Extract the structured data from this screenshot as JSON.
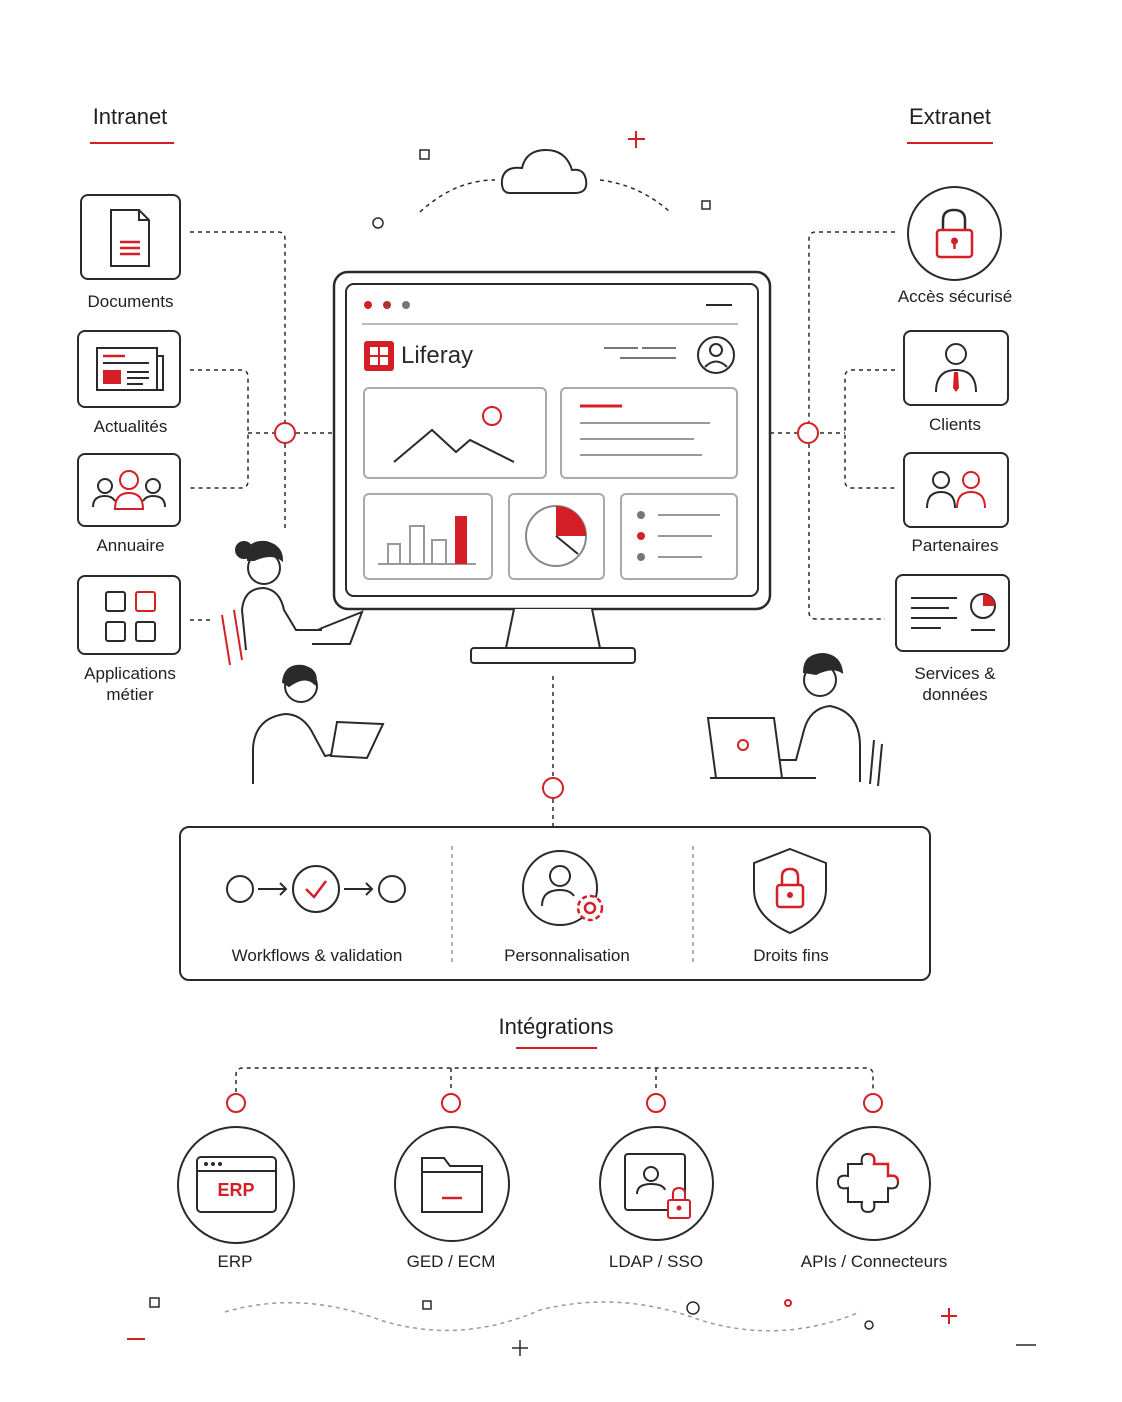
{
  "colors": {
    "accent": "#d51f26",
    "ink": "#2a2a2a",
    "muted": "#9a9a9a"
  },
  "intranet": {
    "title": "Intranet",
    "items": [
      {
        "label": "Documents",
        "icon": "document-icon"
      },
      {
        "label": "Actualités",
        "icon": "newspaper-icon"
      },
      {
        "label": "Annuaire",
        "icon": "people-group-icon"
      },
      {
        "label_line1": "Applications",
        "label_line2": "métier",
        "icon": "app-grid-icon"
      }
    ]
  },
  "extranet": {
    "title": "Extranet",
    "items": [
      {
        "label": "Accès sécurisé",
        "icon": "padlock-icon"
      },
      {
        "label": "Clients",
        "icon": "client-icon"
      },
      {
        "label": "Partenaires",
        "icon": "partners-icon"
      },
      {
        "label_line1": "Services &",
        "label_line2": "données",
        "icon": "services-data-icon"
      }
    ]
  },
  "monitor": {
    "brand": "Liferay",
    "icon": "liferay-logo-icon"
  },
  "capabilities": [
    {
      "label": "Workflows & validation",
      "icon": "workflow-icon"
    },
    {
      "label": "Personnalisation",
      "icon": "user-gear-icon"
    },
    {
      "label": "Droits fins",
      "icon": "shield-lock-icon"
    }
  ],
  "integrations": {
    "title": "Intégrations",
    "items": [
      {
        "label": "ERP",
        "icon": "erp-window-icon",
        "badge": "ERP"
      },
      {
        "label": "GED / ECM",
        "icon": "folder-icon"
      },
      {
        "label": "LDAP / SSO",
        "icon": "id-lock-icon"
      },
      {
        "label": "APIs / Connecteurs",
        "icon": "puzzle-icon"
      }
    ]
  }
}
